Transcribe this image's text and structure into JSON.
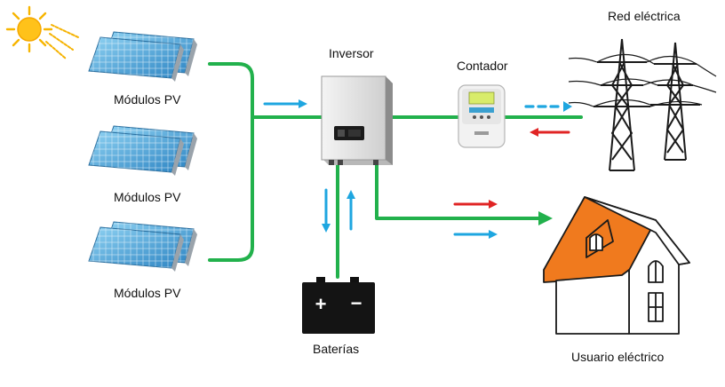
{
  "labels": {
    "pv_module_1": "Módulos PV",
    "pv_module_2": "Módulos PV",
    "pv_module_3": "Módulos PV",
    "inverter": "Inversor",
    "meter": "Contador",
    "grid": "Red eléctrica",
    "batteries": "Baterías",
    "user": "Usuario eléctrico"
  },
  "battery": {
    "plus": "+",
    "minus": "−"
  },
  "colors": {
    "dc_line": "#22b14c",
    "solar_flow": "#1ea6e0",
    "grid_flow": "#e02424",
    "roof": "#f07a1e",
    "panel": "#4aa7d8"
  }
}
